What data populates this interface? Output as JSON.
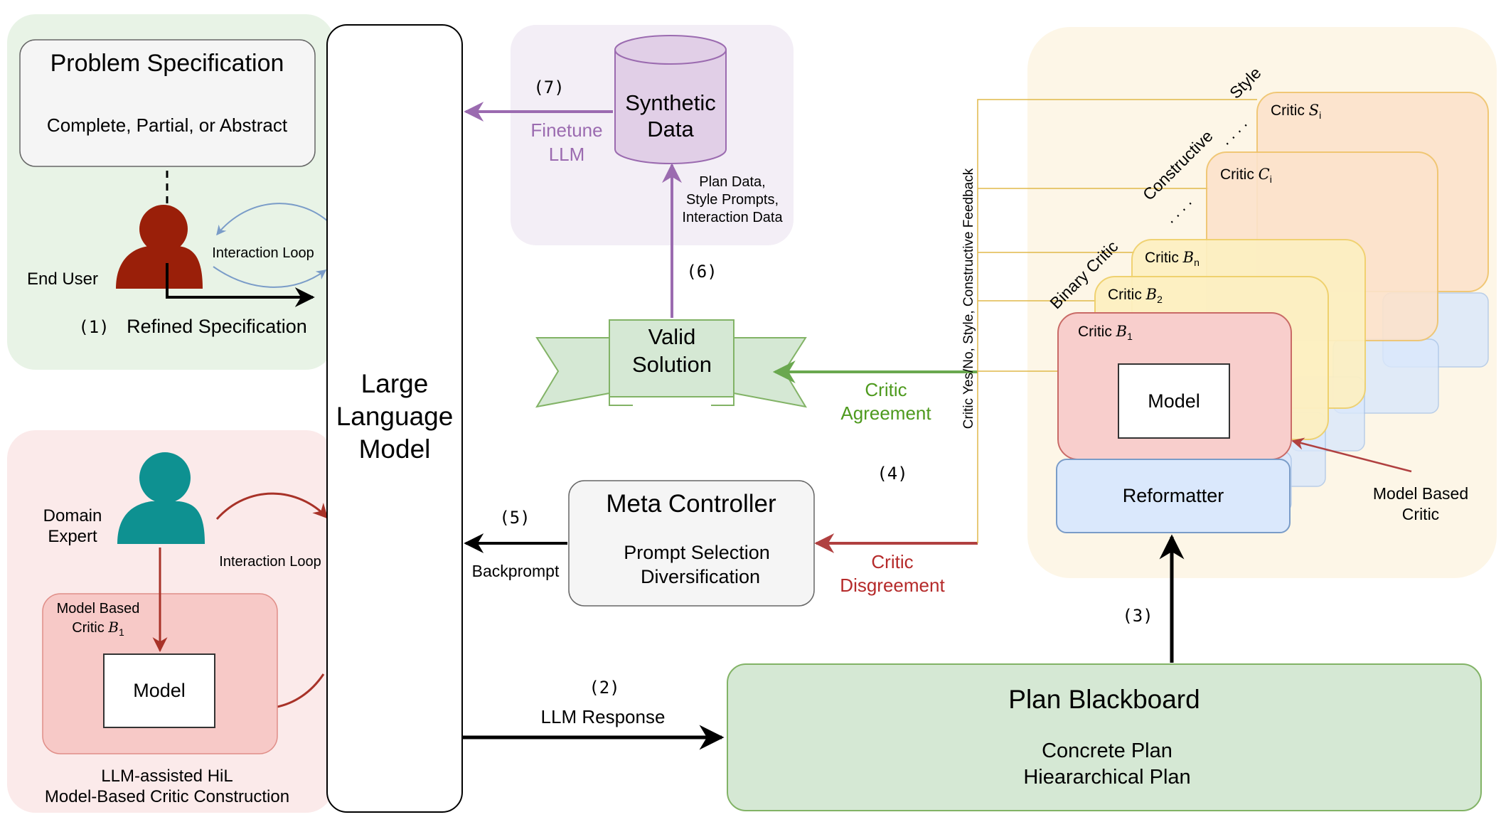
{
  "colors": {
    "green_region": "#e8f3e6",
    "red_region": "#fbeaea",
    "purple_region": "#f3eef6",
    "orange_region": "#fdf6e7",
    "user_red": "#9a1f09",
    "expert_teal": "#0e9191",
    "purple": "#9b6bb0",
    "green_arrow": "#6aa84f",
    "red_arrow": "#b04040",
    "critic_line": "#e0b84a",
    "agreement_text": "#4e9a1e",
    "disagreement_text": "#b52a2a"
  },
  "problem_spec": {
    "title": "Problem Specification",
    "subtitle": "Complete, Partial, or Abstract"
  },
  "end_user": {
    "label": "End User",
    "loop_label": "Interaction Loop",
    "step": "(1)",
    "refined_label": "Refined Specification"
  },
  "domain_expert": {
    "label_line1": "Domain",
    "label_line2": "Expert",
    "loop_label": "Interaction Loop",
    "critic_line1": "Model Based",
    "critic_line2": "Critic",
    "critic_var": "B",
    "critic_sub": "1",
    "model_label": "Model",
    "caption_line1": "LLM-assisted HiL",
    "caption_line2": "Model-Based Critic Construction"
  },
  "llm": {
    "line1": "Large",
    "line2": "Language",
    "line3": "Model"
  },
  "synthetic_data": {
    "line1": "Synthetic",
    "line2": "Data",
    "step7": "(7)",
    "finetune_line1": "Finetune",
    "finetune_line2": "LLM",
    "desc_line1": "Plan Data,",
    "desc_line2": "Style Prompts,",
    "desc_line3": "Interaction Data",
    "step6": "(6)"
  },
  "valid_solution": {
    "line1": "Valid",
    "line2": "Solution"
  },
  "critic_agreement": {
    "line1": "Critic",
    "line2": "Agreement"
  },
  "step4": "(4)",
  "meta_controller": {
    "title": "Meta Controller",
    "line1": "Prompt Selection",
    "line2": "Diversification",
    "step5": "(5)",
    "backprompt": "Backprompt"
  },
  "critic_disagreement": {
    "line1": "Critic",
    "line2": "Disgreement"
  },
  "llm_response": {
    "step": "(2)",
    "label": "LLM Response"
  },
  "plan_blackboard": {
    "title": "Plan Blackboard",
    "line1": "Concrete Plan",
    "line2": "Hieararchical Plan"
  },
  "step3": "(3)",
  "feedback_label": "Critic Yes/No, Style, Constructive Feedback",
  "critics": {
    "style_label": "Style",
    "constructive_label": "Constructive",
    "binary_label": "Binary Critic",
    "ellipsis": ". . . .",
    "critic_word": "Critic",
    "s_var": "S",
    "s_sub": "i",
    "c_var": "C",
    "c_sub": "i",
    "bn_var": "B",
    "bn_sub": "n",
    "b2_var": "B",
    "b2_sub": "2",
    "b1_var": "B",
    "b1_sub": "1",
    "model_label": "Model",
    "reformatter": "Reformatter",
    "model_based_line1": "Model Based",
    "model_based_line2": "Critic"
  }
}
